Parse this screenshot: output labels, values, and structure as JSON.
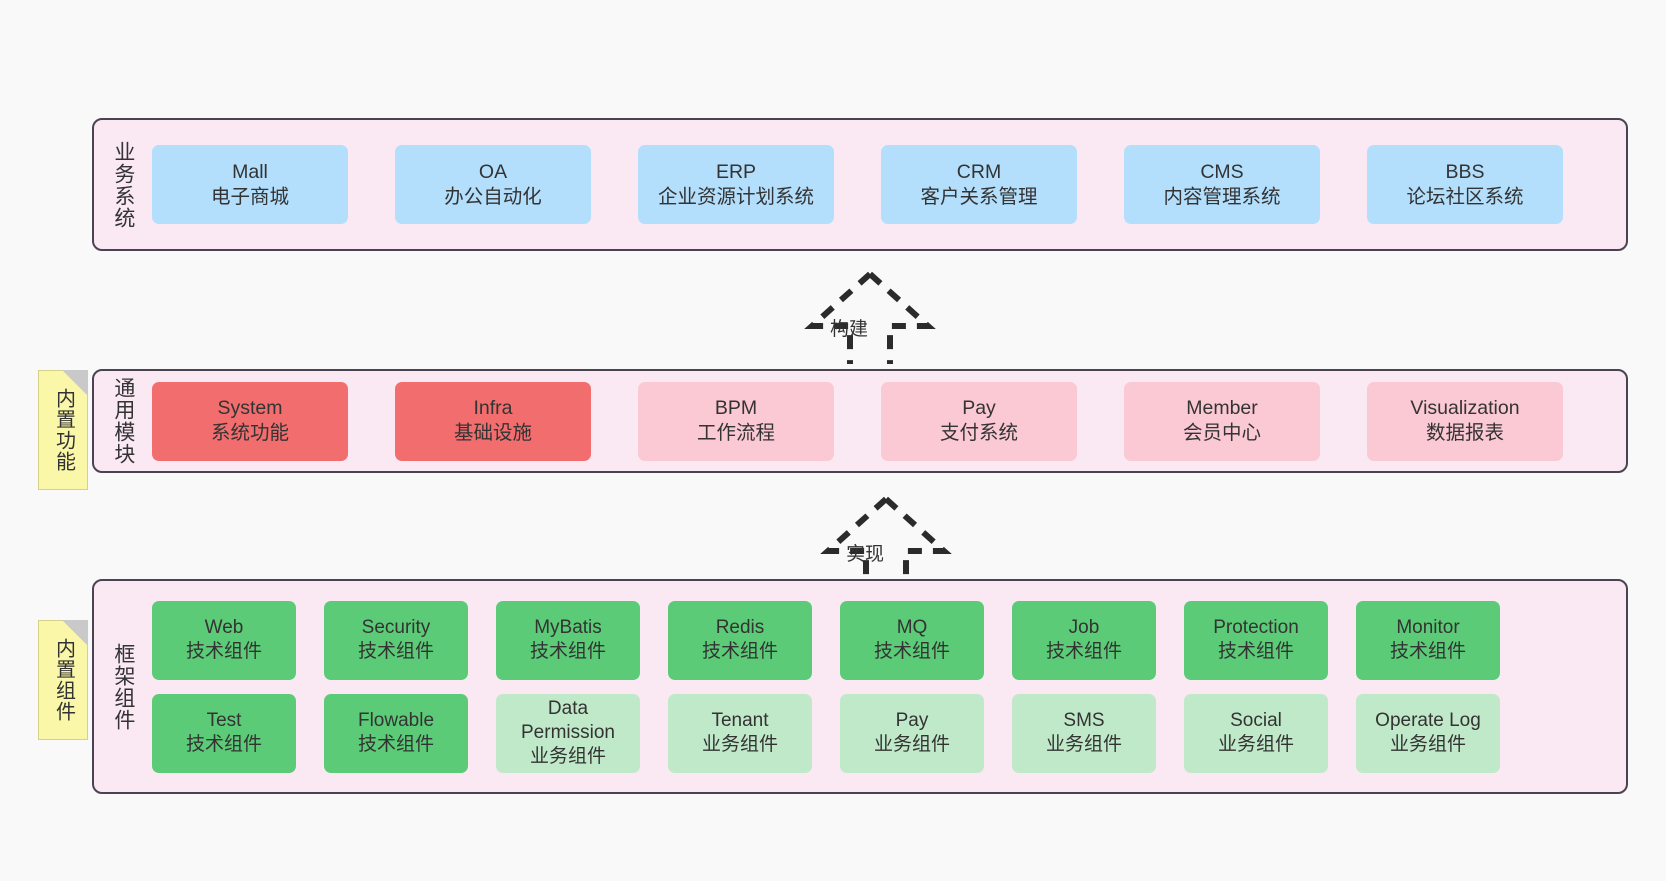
{
  "diagram": {
    "background_color": "#f9f9f9",
    "layer_fill": "#fae9f2",
    "layer_border": "#4c4352",
    "note_fill": "#fbf7a8"
  },
  "layers": [
    {
      "id": "business",
      "title": "业务系统",
      "cell_color": "#b3dffc",
      "rows": [
        [
          {
            "en": "Mall",
            "cn": "电子商城",
            "color": "#b3dffc"
          },
          {
            "en": "OA",
            "cn": "办公自动化",
            "color": "#b3dffc"
          },
          {
            "en": "ERP",
            "cn": "企业资源计划系统",
            "color": "#b3dffc"
          },
          {
            "en": "CRM",
            "cn": "客户关系管理",
            "color": "#b3dffc"
          },
          {
            "en": "CMS",
            "cn": "内容管理系统",
            "color": "#b3dffc"
          },
          {
            "en": "BBS",
            "cn": "论坛社区系统",
            "color": "#b3dffc"
          }
        ]
      ]
    },
    {
      "id": "modules",
      "title": "通用模块",
      "note": "内置功能",
      "rows": [
        [
          {
            "en": "System",
            "cn": "系统功能",
            "color": "#f26d6d",
            "class": "c-red"
          },
          {
            "en": "Infra",
            "cn": "基础设施",
            "color": "#f26d6d",
            "class": "c-red"
          },
          {
            "en": "BPM",
            "cn": "工作流程",
            "color": "#fbc9d4",
            "class": "c-pink"
          },
          {
            "en": "Pay",
            "cn": "支付系统",
            "color": "#fbc9d4",
            "class": "c-pink"
          },
          {
            "en": "Member",
            "cn": "会员中心",
            "color": "#fbc9d4",
            "class": "c-pink"
          },
          {
            "en": "Visualization",
            "cn": "数据报表",
            "color": "#fbc9d4",
            "class": "c-pink"
          }
        ]
      ]
    },
    {
      "id": "framework",
      "title": "框架组件",
      "note": "内置组件",
      "rows": [
        [
          {
            "en": "Web",
            "cn": "技术组件",
            "color": "#5ccb77",
            "class": "c-green"
          },
          {
            "en": "Security",
            "cn": "技术组件",
            "color": "#5ccb77",
            "class": "c-green"
          },
          {
            "en": "MyBatis",
            "cn": "技术组件",
            "color": "#5ccb77",
            "class": "c-green"
          },
          {
            "en": "Redis",
            "cn": "技术组件",
            "color": "#5ccb77",
            "class": "c-green"
          },
          {
            "en": "MQ",
            "cn": "技术组件",
            "color": "#5ccb77",
            "class": "c-green"
          },
          {
            "en": "Job",
            "cn": "技术组件",
            "color": "#5ccb77",
            "class": "c-green"
          },
          {
            "en": "Protection",
            "cn": "技术组件",
            "color": "#5ccb77",
            "class": "c-green"
          },
          {
            "en": "Monitor",
            "cn": "技术组件",
            "color": "#5ccb77",
            "class": "c-green"
          }
        ],
        [
          {
            "en": "Test",
            "cn": "技术组件",
            "color": "#5ccb77",
            "class": "c-green"
          },
          {
            "en": "Flowable",
            "cn": "技术组件",
            "color": "#5ccb77",
            "class": "c-green"
          },
          {
            "en": "Data Permission",
            "cn": "业务组件",
            "color": "#c0e9c9",
            "class": "c-lgreen wrap"
          },
          {
            "en": "Tenant",
            "cn": "业务组件",
            "color": "#c0e9c9",
            "class": "c-lgreen"
          },
          {
            "en": "Pay",
            "cn": "业务组件",
            "color": "#c0e9c9",
            "class": "c-lgreen"
          },
          {
            "en": "SMS",
            "cn": "业务组件",
            "color": "#c0e9c9",
            "class": "c-lgreen"
          },
          {
            "en": "Social",
            "cn": "业务组件",
            "color": "#c0e9c9",
            "class": "c-lgreen"
          },
          {
            "en": "Operate Log",
            "cn": "业务组件",
            "color": "#c0e9c9",
            "class": "c-lgreen"
          }
        ]
      ]
    }
  ],
  "connectors": [
    {
      "id": "build",
      "label": "构建",
      "from": "modules",
      "to": "business"
    },
    {
      "id": "implement",
      "label": "实现",
      "from": "framework",
      "to": "modules"
    }
  ]
}
